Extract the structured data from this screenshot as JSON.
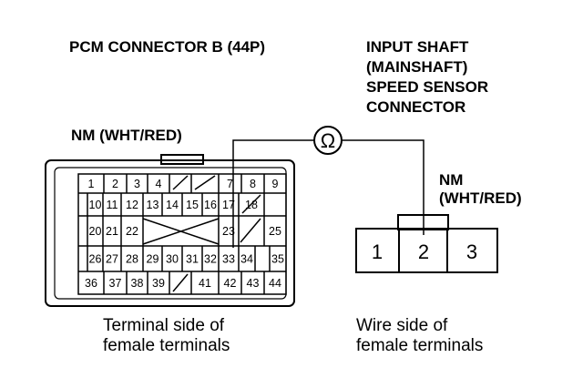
{
  "pcm_title": "PCM CONNECTOR B (44P)",
  "sensor_title_lines": [
    "INPUT SHAFT",
    "(MAINSHAFT)",
    "SPEED SENSOR",
    "CONNECTOR"
  ],
  "left_wire_label": "NM (WHT/RED)",
  "right_wire_label_lines": [
    "NM",
    "(WHT/RED)"
  ],
  "meter_symbol": "Ω",
  "left_caption_lines": [
    "Terminal side of",
    "female terminals"
  ],
  "right_caption_lines": [
    "Wire side of",
    "female terminals"
  ],
  "pcm_rows": [
    [
      "1",
      "2",
      "3",
      "4",
      "",
      "",
      "7",
      "8",
      "9"
    ],
    [
      "10",
      "11",
      "12",
      "13",
      "14",
      "15",
      "16",
      "17",
      "18",
      ""
    ],
    [
      "20",
      "21",
      "22",
      "",
      "",
      "",
      "",
      "23",
      "",
      "25"
    ],
    [
      "26",
      "27",
      "28",
      "29",
      "30",
      "31",
      "32",
      "33",
      "34",
      "35"
    ],
    [
      "36",
      "37",
      "38",
      "39",
      "",
      "41",
      "42",
      "43",
      "44"
    ]
  ],
  "sensor_pins": [
    "1",
    "2",
    "3"
  ]
}
